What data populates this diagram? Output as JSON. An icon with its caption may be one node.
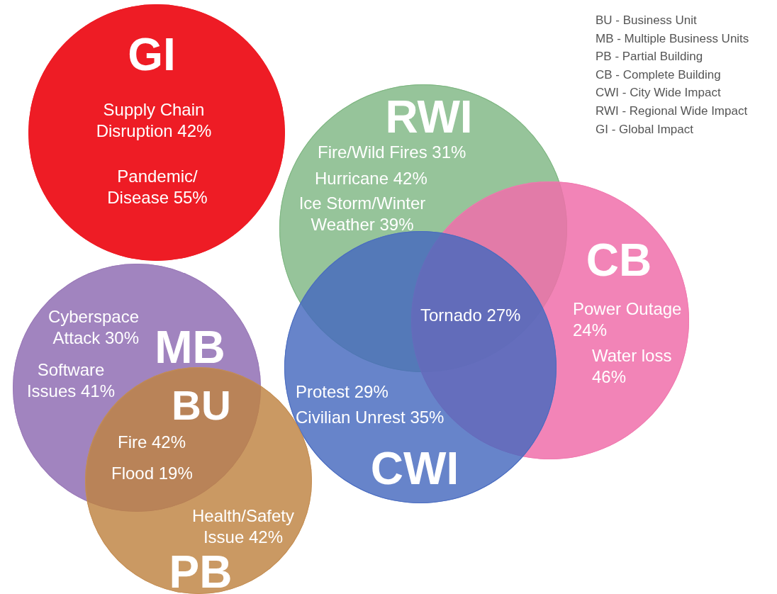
{
  "diagram": {
    "nodes": [
      {
        "text": [
          "GI",
          "Supply Chain Disruption 42%",
          "Pandemic/ Disease 55%"
        ]
      },
      {
        "text": [
          "RWI",
          "Fire/Wild Fires 31%",
          "Hurricane 42%",
          "Ice Storm/Winter Weather 39%"
        ]
      },
      {
        "text": [
          "CB",
          "Power Outage 24%",
          "Water loss 46%"
        ]
      },
      {
        "text": [
          "Protest 29%",
          "Civilian Unrest 35%",
          "CWI"
        ]
      },
      {
        "text": [
          "MB",
          "Cyberspace Attack 30%",
          "Software Issues 41%"
        ]
      },
      {
        "text": [
          "Health/Safety Issue 42%",
          "PB"
        ]
      }
    ],
    "edges": [],
    "labels": [
      "BU - Business Unit",
      "MB - Multiple Business Units",
      "PB - Partial Building",
      "CB - Complete Building",
      "CWI - City Wide Impact",
      "RWI - Regional Wide Impact",
      "GI - Global Impact",
      "Tornado 27%",
      "BU",
      "Fire 42%",
      "Flood 19%"
    ]
  }
}
